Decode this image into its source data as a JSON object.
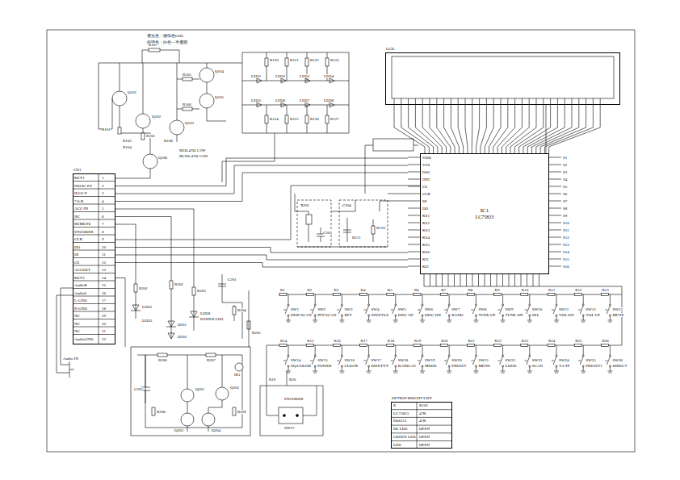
{
  "diagram": {
    "nodes": [
      {
        "text": [
          "CN1"
        ]
      },
      {
        "text": [
          "IC1",
          "LC75823"
        ]
      },
      {
        "text": [
          "LCD"
        ]
      },
      {
        "text": [
          "OPTION BRIGHT LIST"
        ]
      }
    ],
    "edges": [
      {
        "from": 0,
        "to": 1,
        "arrow": "none"
      },
      {
        "from": 1,
        "to": 2,
        "arrow": "none"
      }
    ],
    "labels": [
      "背光色：琥珀色LED",
      "按键色：白色一半透明",
      "KEY1",
      "ISO/IC-PS",
      "ILLU-P",
      "7.0-B",
      "ACC-IN",
      "NC",
      "REMOTE",
      "ENCODER",
      "CLK",
      "DO",
      "DI",
      "CE",
      "ACCDET",
      "KEY2",
      "AudioR",
      "AudioL",
      "L-GND",
      "R-GND",
      "NC",
      "NC",
      "NC",
      "AudioGND",
      "1",
      "2",
      "3",
      "4",
      "5",
      "6",
      "7",
      "8",
      "9",
      "10",
      "11",
      "12",
      "13",
      "14",
      "15",
      "16",
      "17",
      "18",
      "19",
      "20",
      "21",
      "22",
      "VDD",
      "VSS",
      "OSC",
      "INH",
      "CE",
      "CLK",
      "DI",
      "DO",
      "KS1",
      "KS2",
      "KS3",
      "KS4",
      "KS5",
      "KS6",
      "KI1",
      "KI2",
      "S1",
      "S2",
      "S3",
      "S4",
      "S5",
      "S6",
      "S7",
      "S8",
      "S9",
      "S10",
      "S11",
      "S12",
      "S13",
      "S14",
      "S15",
      "S16",
      "R1",
      "R2",
      "R3",
      "R4",
      "R5",
      "R6",
      "R7",
      "R8",
      "R9",
      "R10",
      "R11",
      "R12",
      "R13",
      "SW1",
      "SW2",
      "SW3",
      "SW4",
      "SW5",
      "SW6",
      "SW7",
      "SW8",
      "SW9",
      "SW10",
      "SW11",
      "SW12",
      "SW13",
      "DISP/SCAN",
      "INT/SCAN",
      "RPT",
      "SHUFFLE",
      "DISC UP",
      "DISC DN",
      "BAND",
      "TUNE UP",
      "TUNE DN",
      "SEL",
      "VOL DN",
      "VOL UP",
      "MUTE",
      "R14",
      "R15",
      "R16",
      "R17",
      "R18",
      "R19",
      "R20",
      "R21",
      "R22",
      "R23",
      "R24",
      "R25",
      "R26",
      "SW14",
      "SW15",
      "SW16",
      "SW17",
      "SW18",
      "SW19",
      "SW20",
      "SW21",
      "SW22",
      "SW23",
      "SW24",
      "SW25",
      "SW26",
      "EQ/COLOR",
      "POWER",
      "CLOCK",
      "DISP/PTY",
      "BAND/AS",
      "MODE",
      "PRESET",
      "MENU",
      "LOUD",
      "SCAN",
      "TA/TP",
      "PRESET1",
      "DIRECT",
      "R",
      "R102",
      "LC75823",
      "47K",
      "PD6151",
      "47K",
      "RE LED",
      "OPEN",
      "GREEN LED",
      "OPEN",
      "LED",
      "OPEN",
      "R120",
      "R121",
      "R122",
      "R123",
      "LED1",
      "LED2",
      "LED3",
      "LED4",
      "LED5",
      "LED6",
      "LED7",
      "LED8",
      "R124",
      "R125",
      "R126",
      "R127",
      "Q101",
      "Q102",
      "Q103",
      "Q104",
      "Q105",
      "Q106",
      "R101",
      "R102",
      "R103",
      "R104",
      "R105",
      "R106",
      "R107",
      "R108",
      "RED:47Ω 1/2W",
      "BLUE:47Ω 1/2W",
      "R201",
      "R202",
      "R203",
      "LED2",
      "LED3",
      "D201",
      "D202",
      "C201",
      "LED8",
      "POWER LED",
      "R204",
      "R205",
      "Q201",
      "Q202",
      "Q203",
      "Q204",
      "R206",
      "R207",
      "R208",
      "R209",
      "IR1",
      "C202",
      "R19",
      "R20",
      "ENCODER",
      "SW27",
      "Audio IN",
      "X201",
      "C203",
      "C204",
      "R210",
      "R211"
    ]
  }
}
